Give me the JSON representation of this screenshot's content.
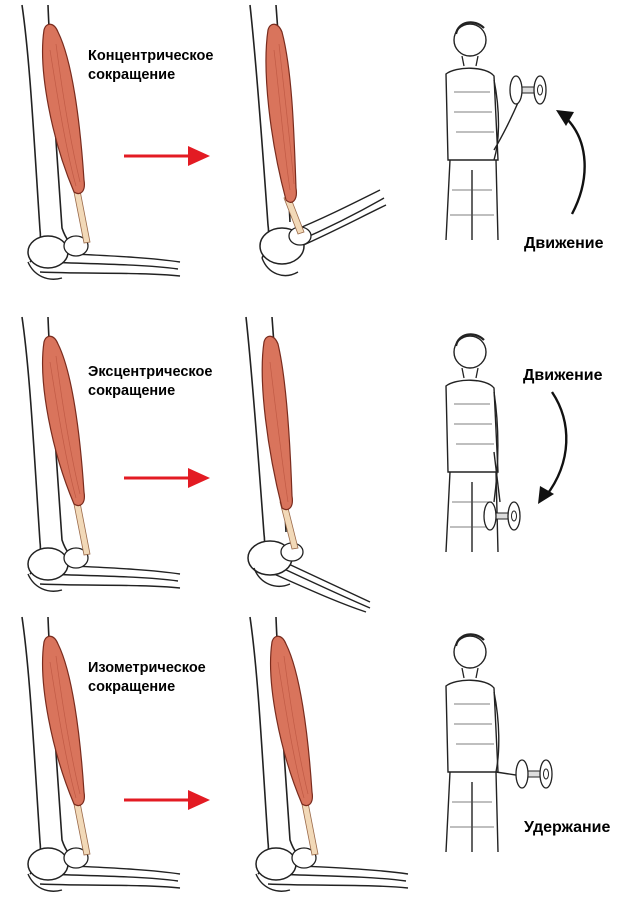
{
  "colors": {
    "muscle": "#d9745c",
    "muscle_stroke": "#7a2c1e",
    "tendon": "#f2d9b8",
    "bone_stroke": "#222222",
    "arrow": "#e31b23",
    "curve_arrow": "#111111"
  },
  "panels": [
    {
      "contraction_line1": "Концентрическое",
      "contraction_line2": "сокращение",
      "motion_label": "Движение",
      "direction": "up"
    },
    {
      "contraction_line1": "Эксцентрическое",
      "contraction_line2": "сокращение",
      "motion_label": "Движение",
      "direction": "down"
    },
    {
      "contraction_line1": "Изометрическое",
      "contraction_line2": "сокращение",
      "motion_label": "Удержание",
      "direction": "hold"
    }
  ],
  "icons": [
    "red-arrow-icon",
    "curved-arrow-icon",
    "dumbbell-icon"
  ]
}
